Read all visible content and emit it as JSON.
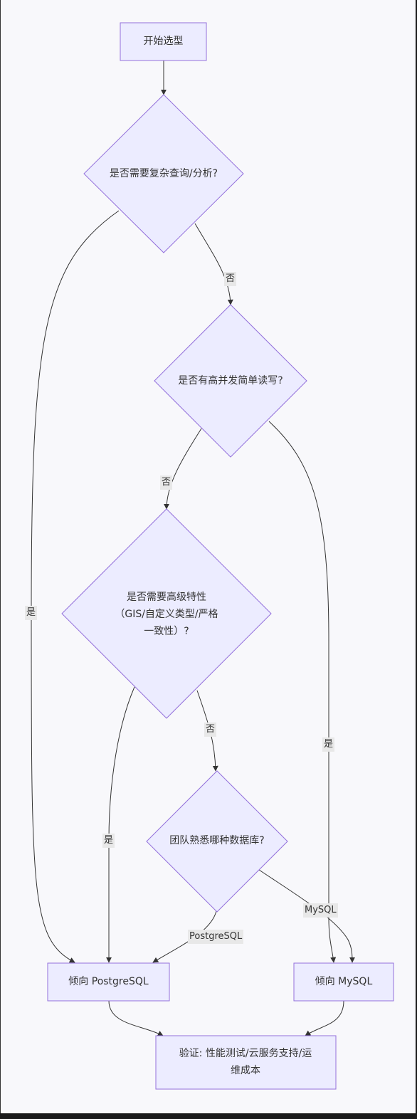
{
  "nodes": {
    "start": "开始选型",
    "q_complex": "是否需要复杂查询/分析?",
    "q_concurrency": "是否有高并发简单读写?",
    "q_advanced": "是否需要高级特性（GIS/自定义类型/严格一致性）?",
    "q_team": "团队熟悉哪种数据库?",
    "lean_pg": "倾向 PostgreSQL",
    "lean_mysql": "倾向 MySQL",
    "validate": "验证: 性能测试/云服务支持/运维成本"
  },
  "edges": {
    "complex_no": "否",
    "complex_yes": "是",
    "concurrency_no": "否",
    "concurrency_yes": "是",
    "advanced_no": "否",
    "advanced_yes": "是",
    "team_mysql": "MySQL",
    "team_pg": "PostgreSQL"
  },
  "colors": {
    "node_fill": "#ececff",
    "node_stroke": "#9370db",
    "edge": "#333333",
    "edge_label_bg": "#e8e8e8"
  }
}
